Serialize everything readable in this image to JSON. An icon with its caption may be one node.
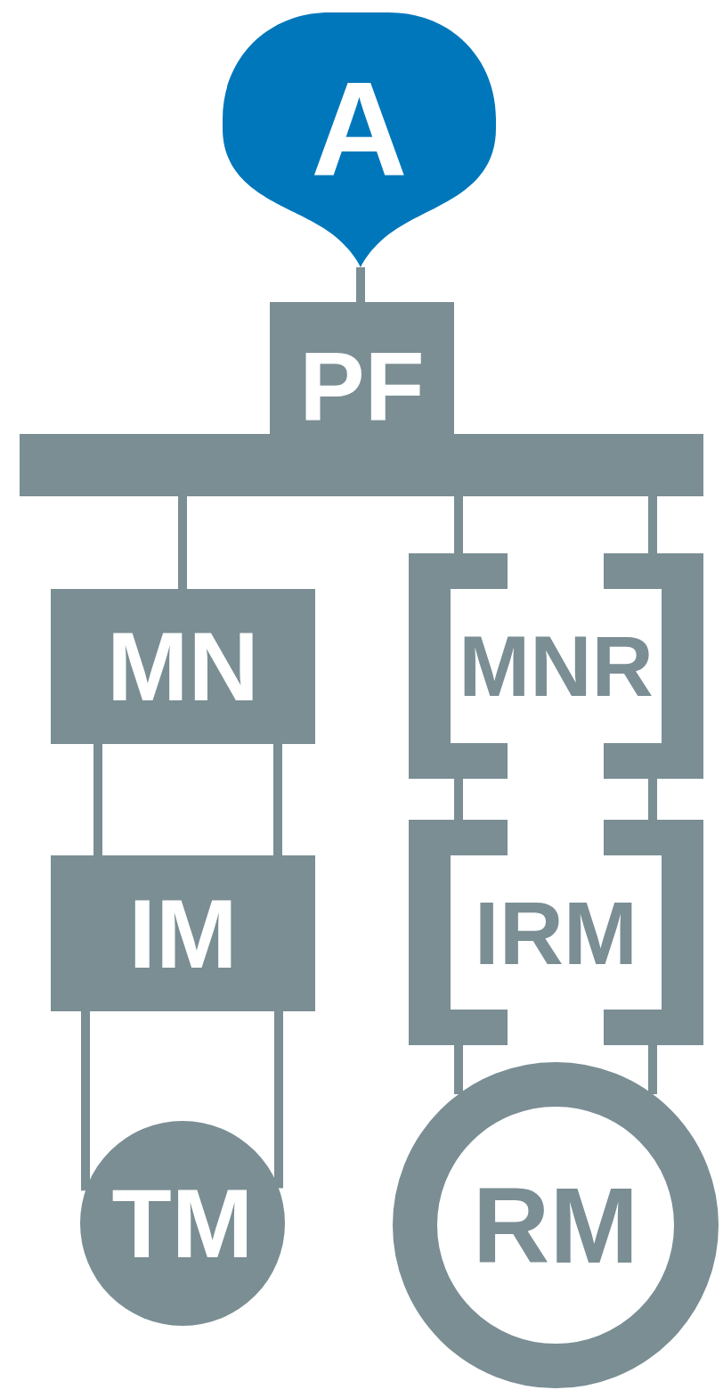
{
  "diagram": {
    "nodes": [
      {
        "text": [
          "A"
        ]
      },
      {
        "text": [
          "PF"
        ]
      },
      {
        "text": [
          "MN"
        ]
      },
      {
        "text": [
          "IM"
        ]
      },
      {
        "text": [
          "TM"
        ]
      },
      {
        "text": [
          "MNR"
        ]
      },
      {
        "text": [
          "IRM"
        ]
      },
      {
        "text": [
          "RM"
        ]
      }
    ],
    "edges": [
      {
        "from": 0,
        "to": 1,
        "arrow": "none"
      },
      {
        "from": 1,
        "to": 2,
        "arrow": "none"
      },
      {
        "from": 1,
        "to": 5,
        "arrow": "none"
      },
      {
        "from": 1,
        "to": 5,
        "arrow": "none"
      },
      {
        "from": 2,
        "to": 3,
        "arrow": "none"
      },
      {
        "from": 2,
        "to": 3,
        "arrow": "none"
      },
      {
        "from": 5,
        "to": 6,
        "arrow": "none"
      },
      {
        "from": 5,
        "to": 6,
        "arrow": "none"
      },
      {
        "from": 3,
        "to": 4,
        "arrow": "none"
      },
      {
        "from": 3,
        "to": 4,
        "arrow": "none"
      },
      {
        "from": 6,
        "to": 7,
        "arrow": "none"
      },
      {
        "from": 6,
        "to": 7,
        "arrow": "none"
      }
    ]
  }
}
